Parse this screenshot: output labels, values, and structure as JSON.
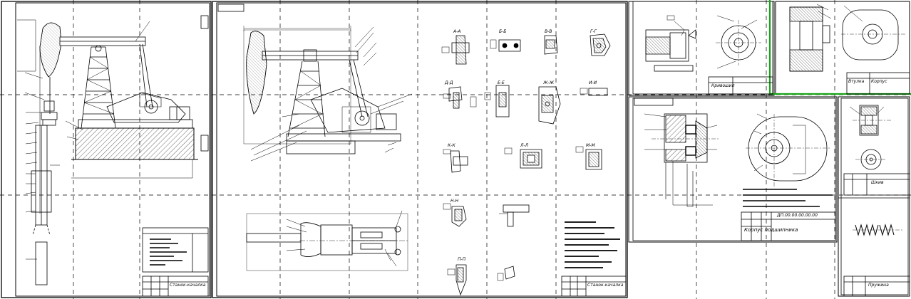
{
  "sheets": {
    "sheet1": {
      "title_block": "Станок-качалка"
    },
    "sheet2": {
      "title_block": "Станок-качалка"
    },
    "sheet3": {
      "title_block": "Кривошип"
    },
    "sheet4": {
      "title_block": "Втулка"
    },
    "sheet5": {
      "title_block": "Корпус подшипника",
      "drawing_number": "ДП.00.00.00.00.00"
    },
    "sheet6": {
      "title_block": "Шкив"
    },
    "sheet7": {
      "title_block": "Корпус"
    },
    "sheet8": {
      "title_block": "Пружина"
    }
  },
  "section_views": [
    "А-А",
    "Б-Б",
    "В-В",
    "Г-Г",
    "Д-Д",
    "Е-Е",
    "Ж-Ж",
    "И-И",
    "К-К",
    "Л-Л",
    "М-М",
    "Н-Н",
    "П-П"
  ],
  "colors": {
    "line": "#000000",
    "grid_dash": "#000000",
    "hatch": "#000000",
    "accent_green": "#1aa51a"
  }
}
